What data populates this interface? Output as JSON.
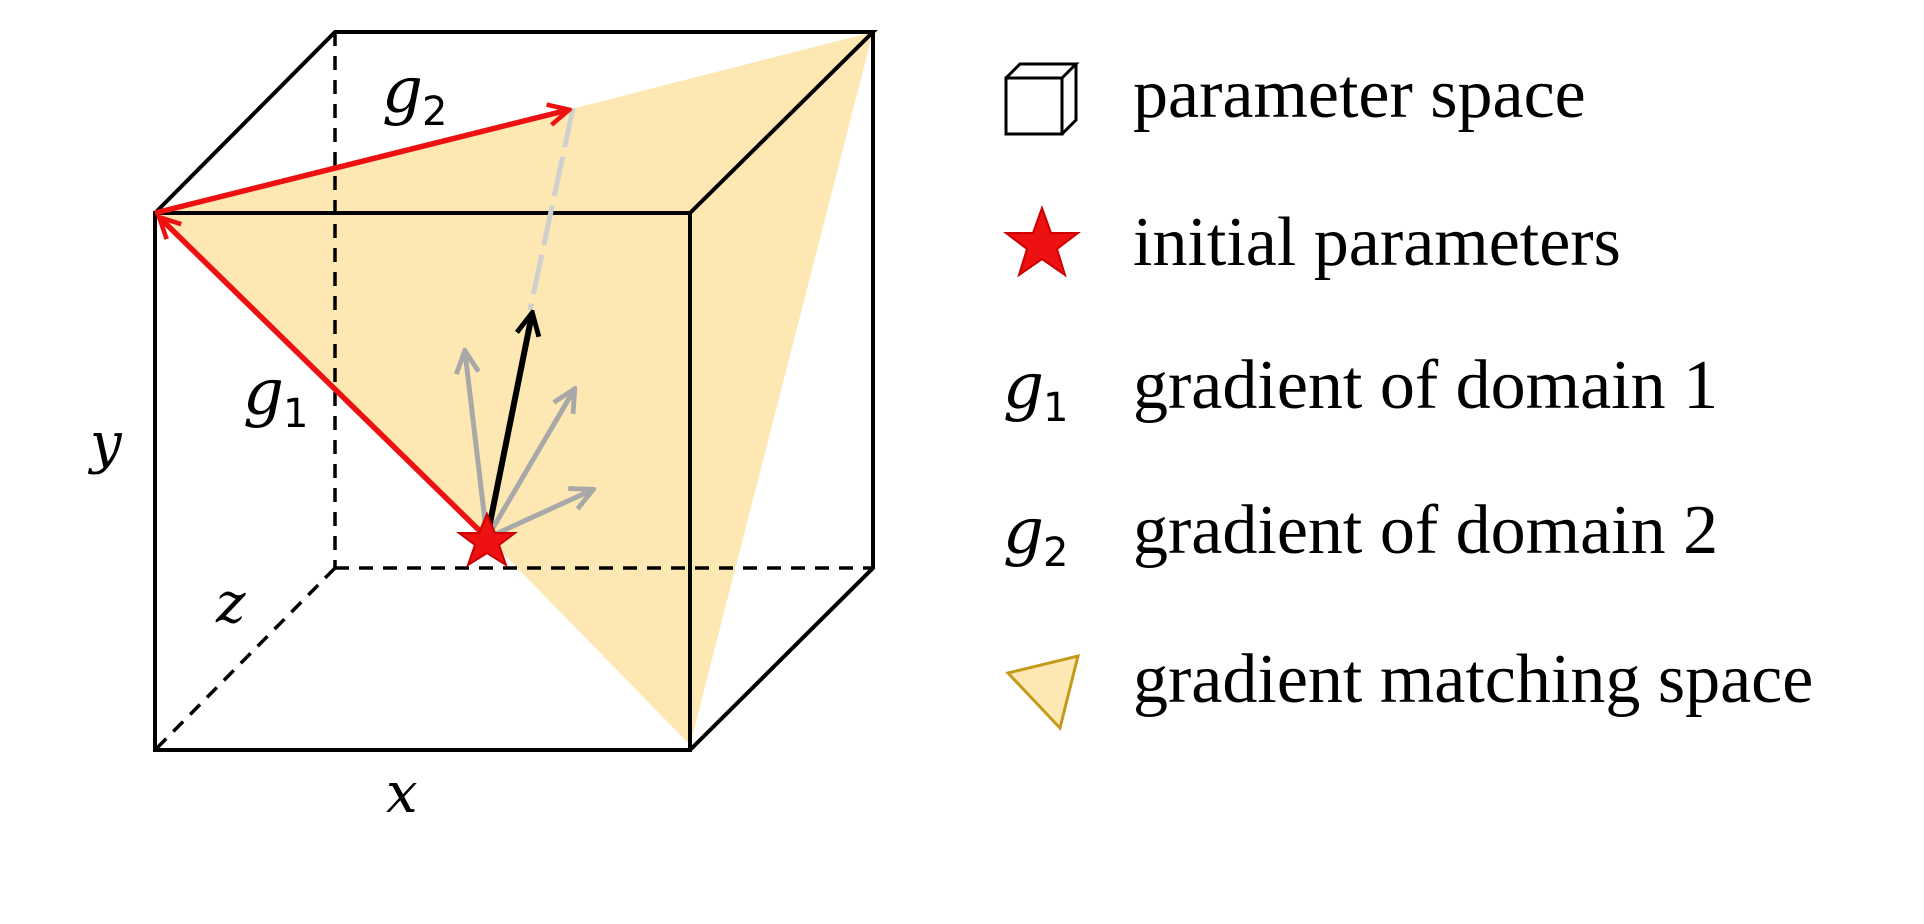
{
  "diagram": {
    "axes": {
      "x": "x",
      "y": "y",
      "z": "z"
    },
    "vectors": {
      "g1": {
        "symbol": "g",
        "subscript": "1"
      },
      "g2": {
        "symbol": "g",
        "subscript": "2"
      }
    }
  },
  "legend": {
    "items": [
      {
        "icon": "cube-icon",
        "label": "parameter space"
      },
      {
        "icon": "red-star-icon",
        "label": "initial parameters",
        "symbol": ""
      },
      {
        "icon": "g1-symbol",
        "symbol": "g",
        "subscript": "1",
        "label": "gradient of domain 1"
      },
      {
        "icon": "g2-symbol",
        "symbol": "g",
        "subscript": "2",
        "label": "gradient of domain 2"
      },
      {
        "icon": "triangle-icon",
        "label": "gradient matching space"
      }
    ]
  },
  "colors": {
    "plane_fill": "#fde8b4",
    "red": "#ee1111",
    "gray": "#a8a8a8",
    "light_gray": "#cfcfcf",
    "black": "#000000",
    "triangle_stroke": "#c49a1c"
  }
}
